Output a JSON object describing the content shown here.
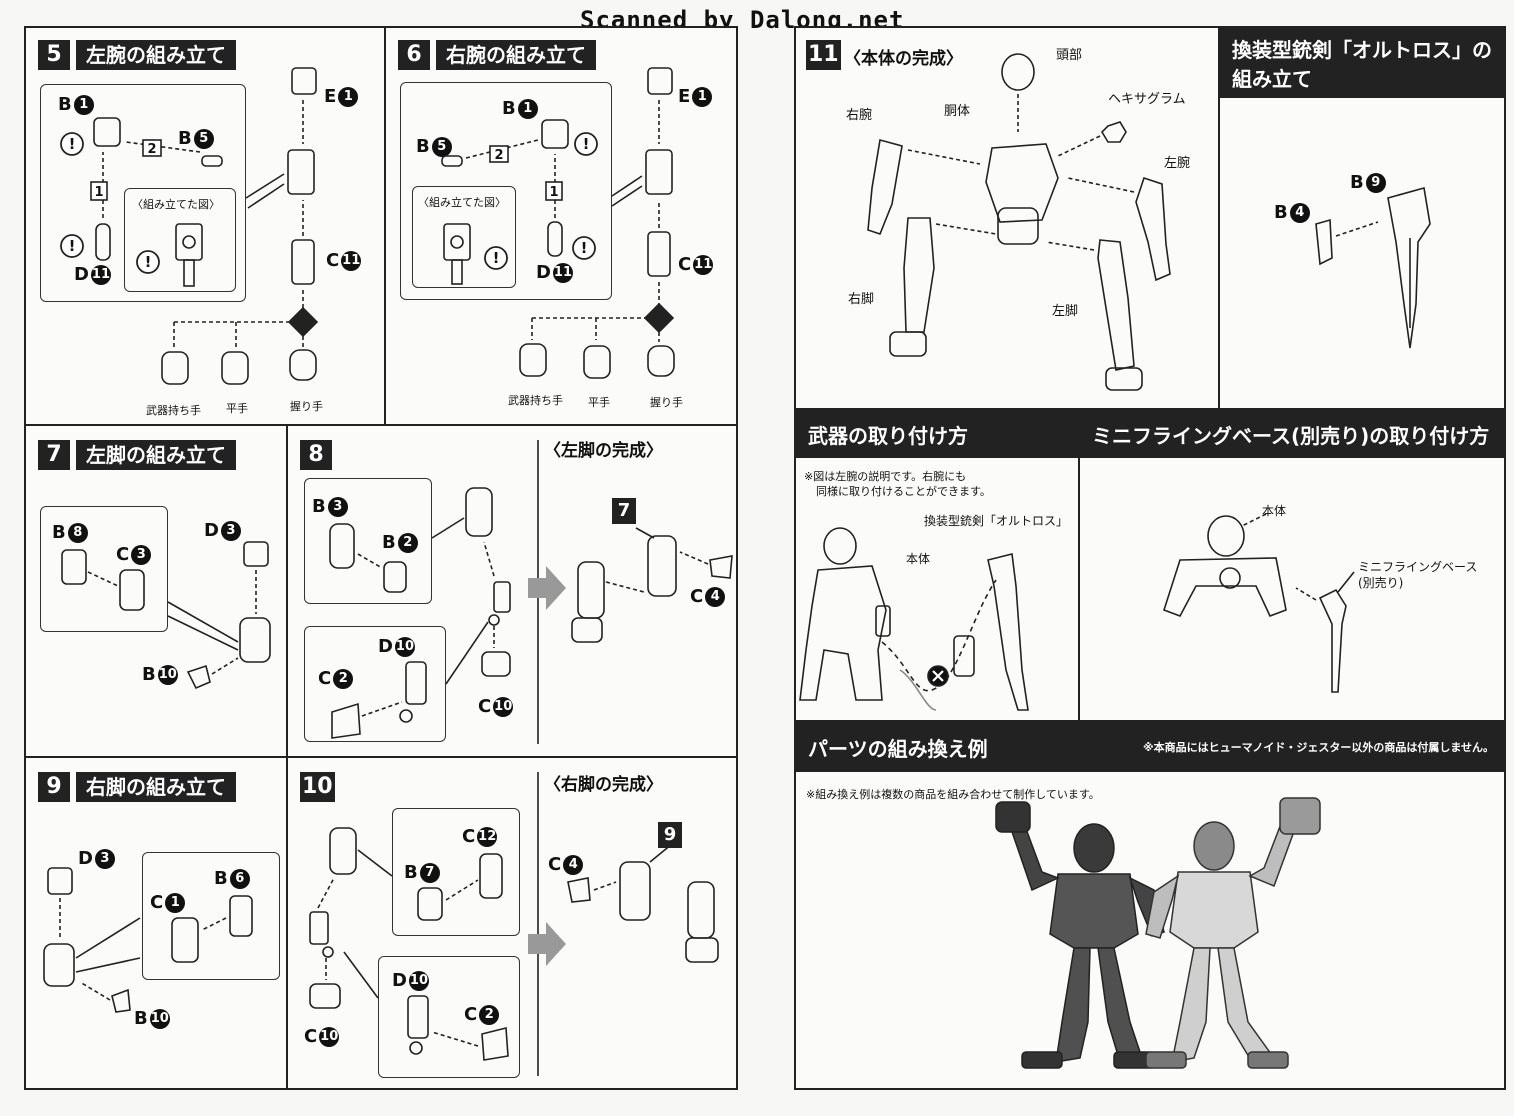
{
  "watermark": "Scanned by Dalong.net",
  "steps": {
    "s5": {
      "num": "5",
      "title": "左腕の組み立て",
      "hint": "〈組み立てた図〉",
      "labels": {
        "b1": "B",
        "b5": "B",
        "e1": "E",
        "d11": "D",
        "c11": "C",
        "n2": "2",
        "n1": "1"
      },
      "hands": [
        "武器持ち手",
        "平手",
        "握り手"
      ]
    },
    "s6": {
      "num": "6",
      "title": "右腕の組み立て",
      "hint": "〈組み立てた図〉",
      "labels": {
        "b1": "B",
        "b5": "B",
        "e1": "E",
        "d11": "D",
        "c11": "C",
        "n2": "2",
        "n1": "1"
      },
      "hands": [
        "武器持ち手",
        "平手",
        "握り手"
      ]
    },
    "s7": {
      "num": "7",
      "title": "左脚の組み立て",
      "labels": {
        "b8": "B",
        "c3": "C",
        "d3": "D",
        "b10": "B"
      }
    },
    "s8": {
      "num": "8",
      "complete": "〈左脚の完成〉",
      "labels": {
        "b3": "B",
        "b2": "B",
        "d10": "D",
        "c2": "C",
        "c10": "C",
        "c4": "C",
        "ref": "7"
      }
    },
    "s9": {
      "num": "9",
      "title": "右脚の組み立て",
      "labels": {
        "d3": "D",
        "b6": "B",
        "c1": "C",
        "b10": "B"
      }
    },
    "s10": {
      "num": "10",
      "complete": "〈右脚の完成〉",
      "labels": {
        "c12": "C",
        "b7": "B",
        "d10": "D",
        "c2": "C",
        "c10": "C",
        "c4": "C",
        "ref": "9"
      }
    },
    "s11": {
      "num": "11",
      "title": "〈本体の完成〉",
      "labels": {
        "head": "頭部",
        "torso": "胴体",
        "rarm": "右腕",
        "hex": "ヘキサグラム",
        "larm": "左腕",
        "rleg": "右脚",
        "lleg": "左脚"
      }
    }
  },
  "sword": {
    "title_line1": "換装型銃剣「オルトロス」の",
    "title_line2": "組み立て",
    "b9": "B",
    "b4": "B"
  },
  "weapon": {
    "title": "武器の取り付け方",
    "note_line1": "※図は左腕の説明です。右腕にも",
    "note_line2": "同様に取り付けることができます。",
    "sword_label": "換装型銃剣「オルトロス」",
    "body_label": "本体"
  },
  "base": {
    "title": "ミニフライングベース(別売り)の取り付け方",
    "body_label": "本体",
    "base_label_line1": "ミニフライングベース",
    "base_label_line2": "(別売り)"
  },
  "swap": {
    "title": "パーツの組み換え例",
    "note_right": "※本商品にはヒューマノイド・ジェスター以外の商品は付属しません。",
    "note": "※組み換え例は複数の商品を組み合わせて制作しています。"
  },
  "colors": {
    "header_bg": "#222222",
    "ink": "#111111",
    "paper": "#f7f7f5"
  }
}
